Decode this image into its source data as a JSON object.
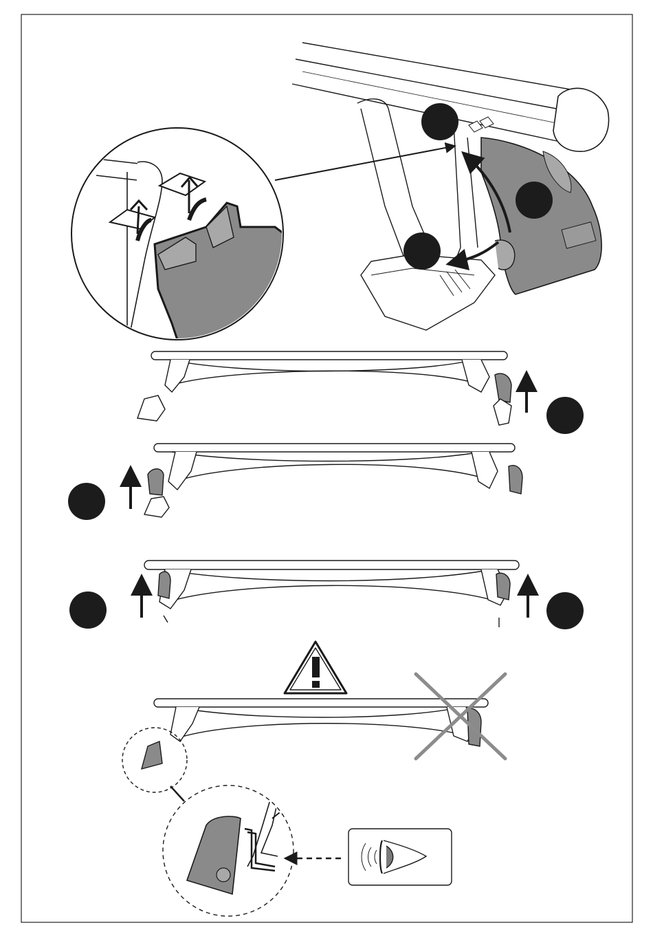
{
  "page": {
    "background": "#ffffff",
    "frame_color": "#222222"
  },
  "colors": {
    "ink": "#1a1a1a",
    "step_marker": "#1c1c1c",
    "cover_fill": "#8a8a8a",
    "cover_fill_light": "#a8a8a8",
    "bar_fill": "#ffffff",
    "cross_out": "#8c8c8c",
    "warning_fill": "#ffffff"
  },
  "diagram": {
    "step_markers": [
      "marker-1",
      "marker-2",
      "marker-3",
      "marker-4",
      "marker-5",
      "marker-6",
      "marker-7",
      "marker-8"
    ],
    "panels": [
      "detail-closeup-panel",
      "rack-perspective-panel",
      "bar-step-1",
      "bar-step-2",
      "bar-step-3",
      "warning-bar",
      "warning-detail-zoom",
      "inspect-eye-box"
    ],
    "icons": [
      "warning-triangle-icon",
      "eye-icon",
      "cross-out-icon",
      "arrow-up-icon"
    ]
  }
}
